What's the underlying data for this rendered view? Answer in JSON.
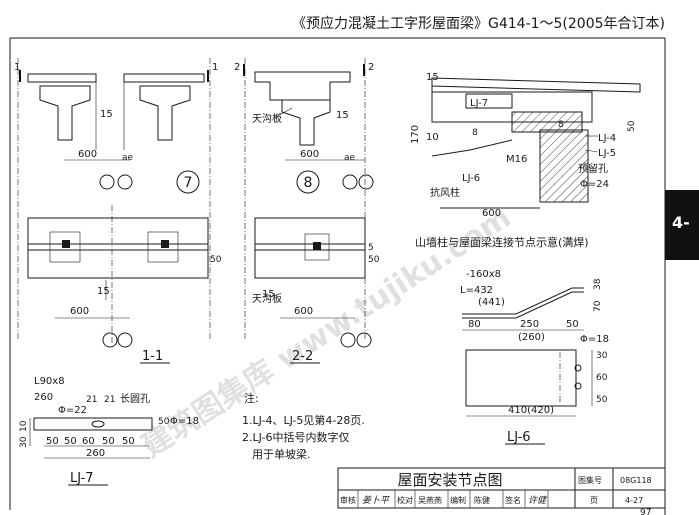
{
  "header": {
    "title": "《预应力混凝土工字形屋面梁》G414-1～5(2005年合订本)"
  },
  "side_tab": {
    "label": "4-"
  },
  "watermark": {
    "text": "建筑图集库 www.tujiku.com"
  },
  "detail_7": {
    "marker_left": "1",
    "marker_right": "1",
    "dim_15": "15",
    "dim_600": "600",
    "symbol_ae": "ae",
    "circle": "7"
  },
  "detail_8": {
    "marker_left": "2",
    "marker_right": "2",
    "gutter_label": "天沟板",
    "dim_15": "15",
    "dim_600": "600",
    "symbol_ae": "ae",
    "circle": "8"
  },
  "plan_1": {
    "dim_15": "15",
    "dim_50": "50",
    "dim_600": "600",
    "section": "1-1"
  },
  "plan_2": {
    "dim_15": "15",
    "dim_5": "5",
    "dim_50": "50",
    "dim_600": "600",
    "gutter_label": "天沟板",
    "section": "2-2"
  },
  "gable_node": {
    "dim_15": "15",
    "dim_8a": "8",
    "dim_8b": "8",
    "dim_170": "170",
    "dim_10": "10",
    "dim_50": "50",
    "dim_600": "600",
    "dim_phi24": "Φ=24",
    "lj7": "LJ-7",
    "lj4": "LJ-4",
    "lj5": "LJ-5",
    "lj6": "LJ-6",
    "bolt": "M16",
    "hole": "预留孔",
    "column": "抗风柱",
    "caption": "山墙柱与屋面梁连接节点示意(满焊)"
  },
  "lj7": {
    "angle": "L90x8",
    "len": "260",
    "phi22": "Φ=22",
    "slot": "长圆孔",
    "d21a": "21",
    "d21b": "21",
    "d10": "10",
    "d30": "30",
    "d50": "50",
    "phi18": "Φ=18",
    "b50a": "50",
    "b50b": "50",
    "b60": "60",
    "b50c": "50",
    "b50d": "50",
    "total": "260",
    "label": "LJ-7"
  },
  "lj6": {
    "plate": "-160x8",
    "L": "L=432",
    "L2": "(441)",
    "d80": "80",
    "d250": "250",
    "d260": "(260)",
    "d50": "50",
    "d70": "70",
    "d38": "38",
    "phi18": "Φ=18",
    "v30": "30",
    "v60": "60",
    "v50": "50",
    "w": "410(420)",
    "label": "LJ-6"
  },
  "notes": {
    "head": "注:",
    "n1": "1.LJ-4、LJ-5见第4-28页.",
    "n2": "2.LJ-6中括号内数字仅",
    "n3": "用于单坡梁."
  },
  "title_block": {
    "title": "屋面安装节点图",
    "atlas_label": "图集号",
    "atlas_no": "08G118",
    "r_review": "审核",
    "s_review": "姜卜平",
    "r_check": "校对",
    "s_check": "吴燕燕",
    "r_draw": "编制",
    "s_draw": "陈健",
    "r_sign": "签名",
    "s_sign": "许健",
    "page_label": "页",
    "page_no": "4-27"
  },
  "footer_page": "97"
}
